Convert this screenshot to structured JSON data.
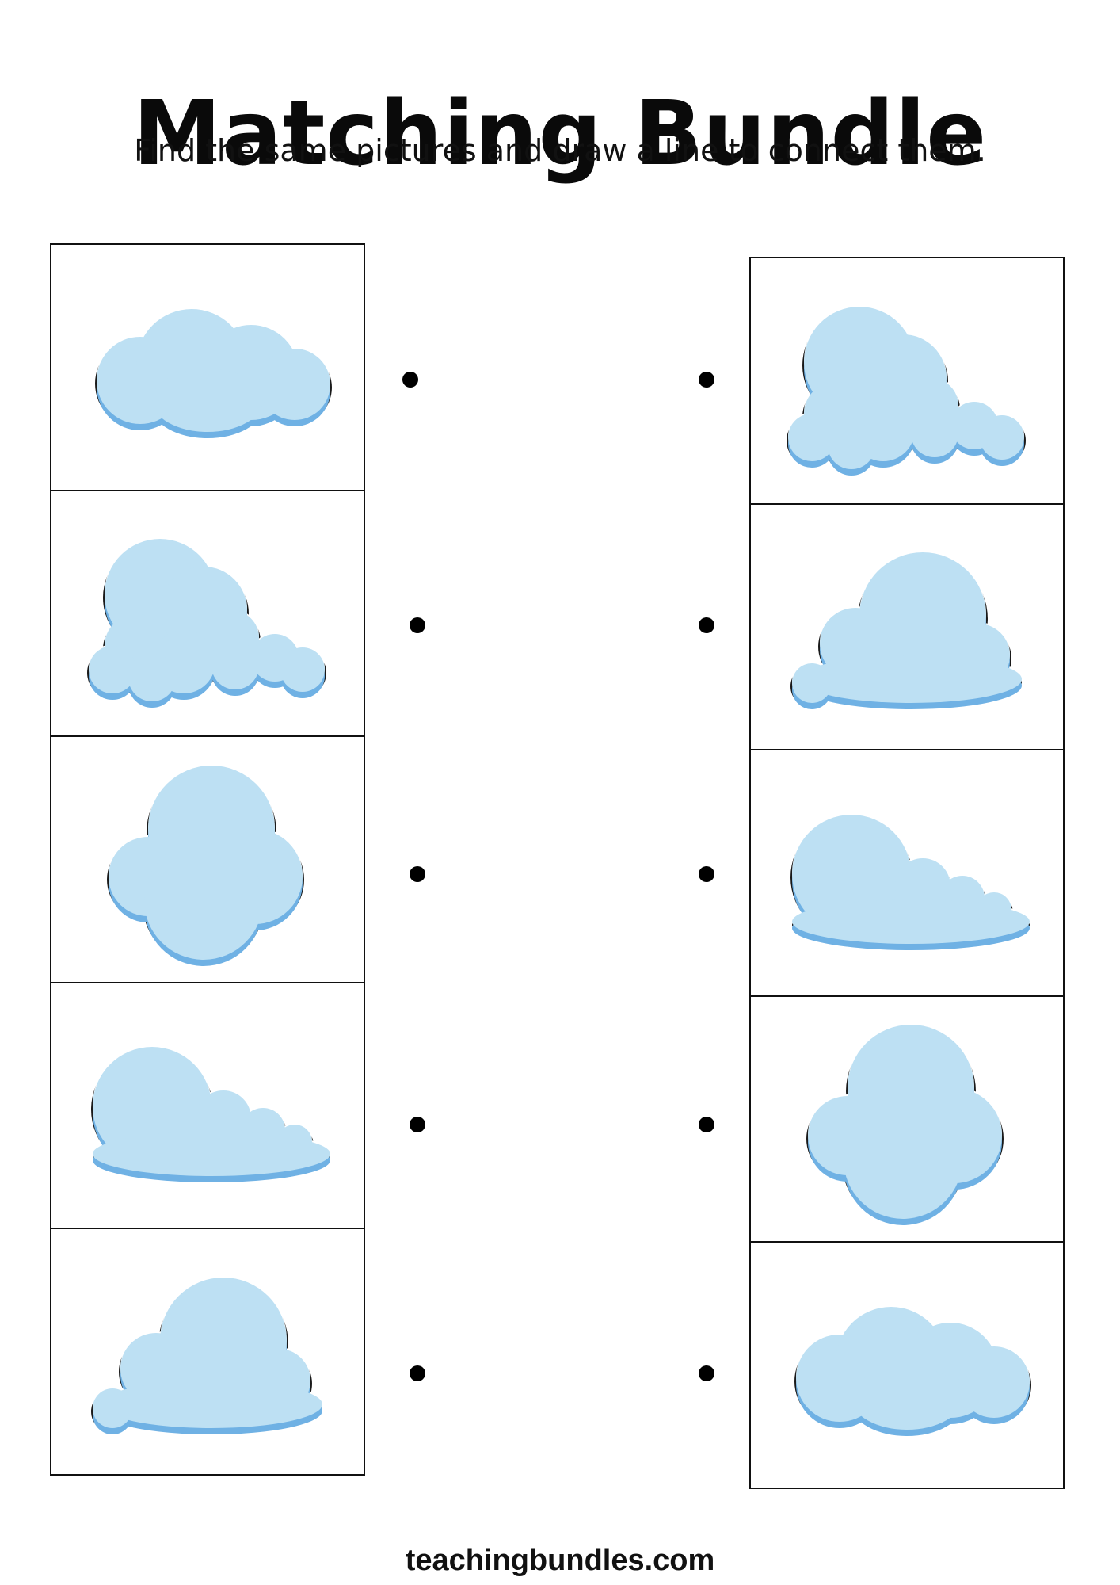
{
  "title": "Matching Bundle",
  "instructions": "Find the same pictures and draw a line to connect them.",
  "left_column": [
    {
      "picture": "cloud-a"
    },
    {
      "picture": "cloud-b"
    },
    {
      "picture": "cloud-c"
    },
    {
      "picture": "cloud-d"
    },
    {
      "picture": "cloud-e"
    }
  ],
  "right_column": [
    {
      "picture": "cloud-b"
    },
    {
      "picture": "cloud-e"
    },
    {
      "picture": "cloud-d"
    },
    {
      "picture": "cloud-c"
    },
    {
      "picture": "cloud-a"
    }
  ],
  "colors": {
    "cloud_light": "#bde0f3",
    "cloud_dark": "#6fb1e4",
    "outline": "#1a1a1a"
  },
  "footer": "teachingbundles.com"
}
